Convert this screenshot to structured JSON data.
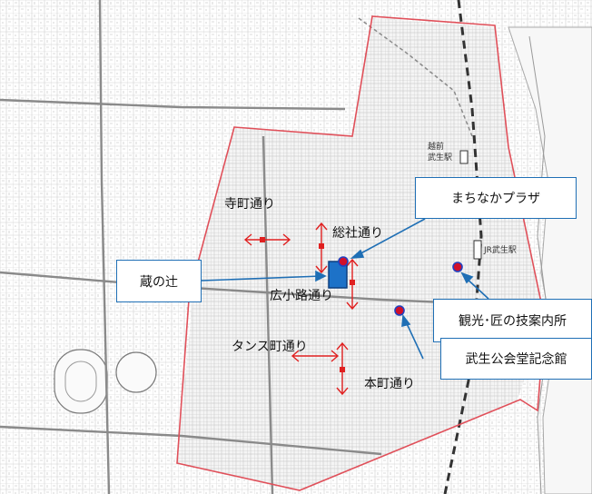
{
  "map": {
    "streets": {
      "teramachi": "寺町通り",
      "sosha": "総社通り",
      "hirokoji": "広小路通り",
      "tansumachi": "タンス町通り",
      "honmachi": "本町通り"
    },
    "stations": {
      "echizen_line1": "越前",
      "echizen_line2": "武生駅",
      "jr": "JR武生駅"
    },
    "callouts": {
      "machinaka": "まちなかプラザ",
      "kura": "蔵の辻",
      "kanko": "観光･匠の技案内所",
      "kokaido": "武生公会堂記念館"
    },
    "colors": {
      "boundary": "#e0505a",
      "arrow": "#e02020",
      "callout_border": "#1f6fb5",
      "marker_fill": "#d0102a",
      "marker_ring": "#2040c0",
      "building_fill": "#1d72c8",
      "railway": "#333333"
    }
  }
}
